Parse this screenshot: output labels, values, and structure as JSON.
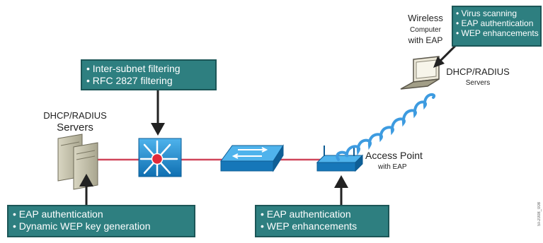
{
  "callouts": {
    "router": {
      "lines": [
        "• Inter-subnet filtering",
        "• RFC 2827 filtering"
      ]
    },
    "servers": {
      "lines": [
        "• EAP authentication",
        "• Dynamic WEP key generation"
      ]
    },
    "access_point": {
      "lines": [
        "• EAP authentication",
        "• WEP enhancements"
      ]
    },
    "wireless_computer": {
      "lines": [
        "• Virus scanning",
        "• EAP authentication",
        "• WEP enhancements"
      ]
    }
  },
  "labels": {
    "servers_left_line1": "DHCP/RADIUS",
    "servers_left_line2": "Servers",
    "wireless_line1": "Wireless",
    "wireless_line2": "Computer",
    "wireless_line3": "with EAP",
    "servers_right_line1": "DHCP/RADIUS",
    "servers_right_line2": "Servers",
    "access_point_line1": "Access Point",
    "access_point_line2": "with EAP"
  },
  "figure_code": "SI-2008_008",
  "colors": {
    "callout_bg": "#2e7f80",
    "callout_border": "#1c5657",
    "link_line": "#d0455a",
    "cisco_blue": "#1d8fd6",
    "wireless_wave": "#3d9be0"
  }
}
